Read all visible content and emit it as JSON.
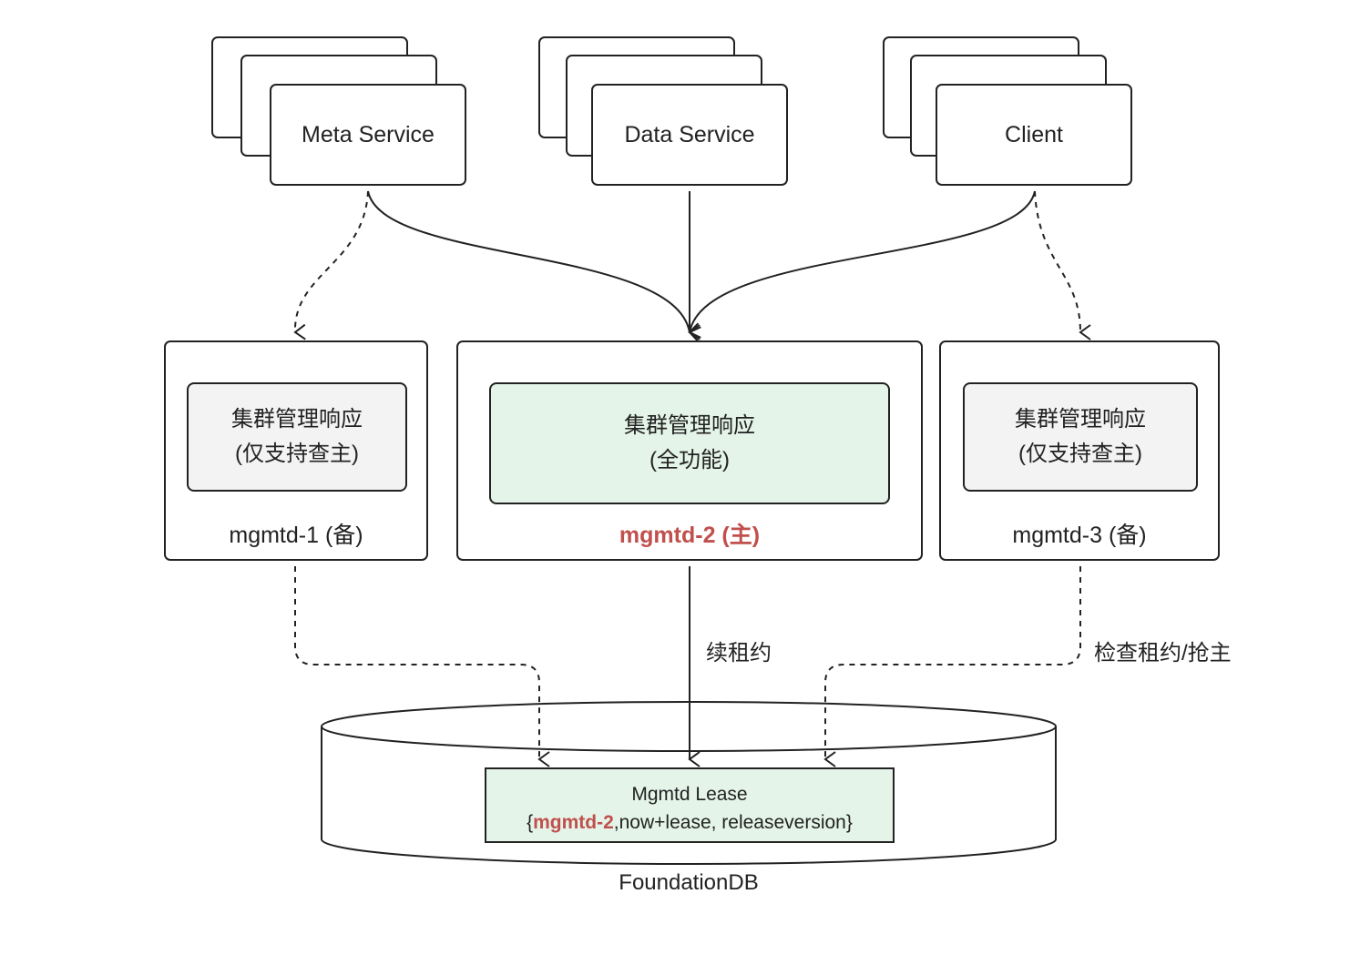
{
  "services": [
    {
      "label": "Meta Service"
    },
    {
      "label": "Data Service"
    },
    {
      "label": "Client"
    }
  ],
  "nodes": [
    {
      "inner_line1": "集群管理响应",
      "inner_line2": "(仅支持查主)",
      "name": "mgmtd-1 (备)"
    },
    {
      "inner_line1": "集群管理响应",
      "inner_line2": "(全功能)",
      "name": "mgmtd-2 (主)"
    },
    {
      "inner_line1": "集群管理响应",
      "inner_line2": "(仅支持查主)",
      "name": "mgmtd-3 (备)"
    }
  ],
  "edges": {
    "renew_label": "续租约",
    "check_label": "检查租约/抢主"
  },
  "lease": {
    "title": "Mgmtd Lease",
    "open_brace": "{",
    "holder": "mgmtd-2",
    "rest": ",now+lease, releaseversion}"
  },
  "database": {
    "label": "FoundationDB"
  },
  "colors": {
    "accent": "#c0504d",
    "active_fill": "#e4f4e8",
    "standby_fill": "#f3f3f3",
    "stroke": "#222222"
  }
}
